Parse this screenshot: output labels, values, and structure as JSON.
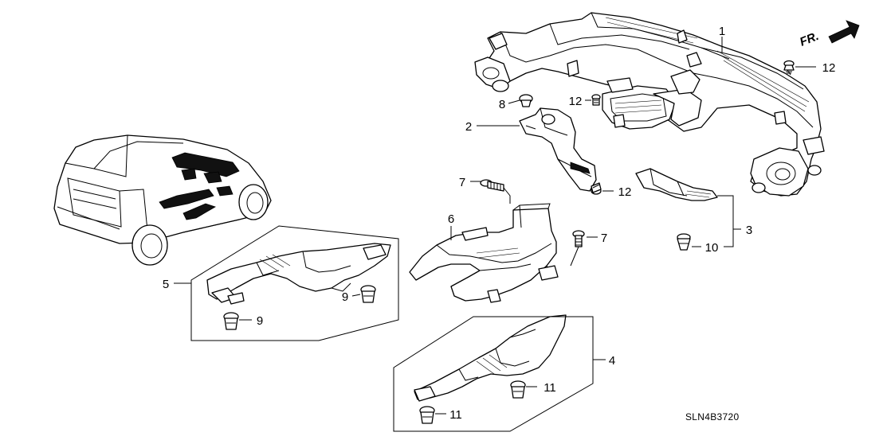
{
  "diagram_code": "SLN4B3720",
  "direction_label": "FR.",
  "callouts": {
    "p1": "1",
    "p2": "2",
    "p3": "3",
    "p4": "4",
    "p5": "5",
    "p6": "6",
    "p7a": "7",
    "p7b": "7",
    "p8": "8",
    "p9a": "9",
    "p9b": "9",
    "p10": "10",
    "p11a": "11",
    "p11b": "11",
    "p12a": "12",
    "p12b": "12",
    "p12c": "12"
  },
  "icons": {
    "direction": "front-arrow-icon",
    "screw": "screw-icon",
    "clip": "clip-icon",
    "vehicle": "vehicle-outline-icon"
  },
  "colors": {
    "line": "#000000",
    "background": "#ffffff"
  }
}
